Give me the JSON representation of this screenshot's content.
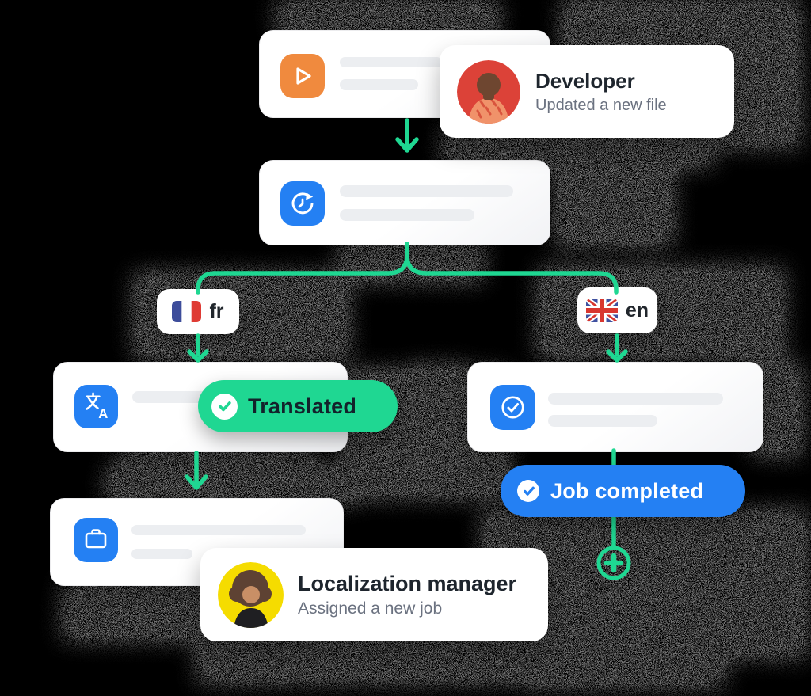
{
  "palette": {
    "background": "#000000",
    "green": "#1fd792",
    "blue": "#2480f3",
    "orange": "#f08a3e",
    "placeholder": "#eceef1",
    "title_text": "#1e252d",
    "subtitle_text": "#6b7280",
    "dark_badge_text": "#13222b"
  },
  "flow": {
    "source_card": {
      "icon": "play-icon"
    },
    "developer_toast": {
      "title": "Developer",
      "subtitle": "Updated a new file"
    },
    "update_card": {
      "icon": "history-icon"
    },
    "languages": [
      {
        "code": "fr",
        "flag": "flag-france"
      },
      {
        "code": "en",
        "flag": "flag-united-kingdom"
      }
    ],
    "translation_card": {
      "icon": "translate-icon",
      "status_label": "Translated"
    },
    "review_card": {
      "icon": "check-circle-icon"
    },
    "job_status": {
      "label": "Job completed"
    },
    "assignment_card": {
      "icon": "briefcase-icon"
    },
    "manager_toast": {
      "title": "Localization manager",
      "subtitle": "Assigned a new job"
    },
    "add_step": {
      "icon": "plus-icon"
    }
  }
}
